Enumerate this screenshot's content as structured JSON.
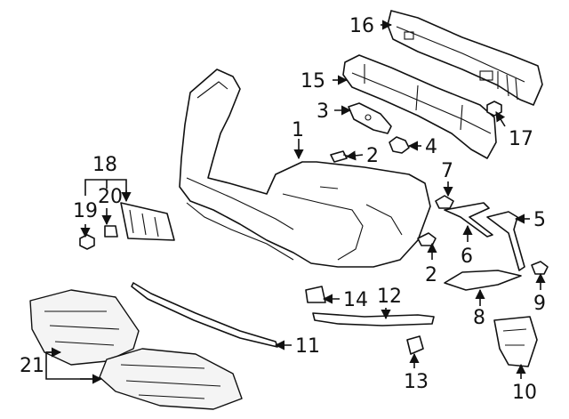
{
  "callouts": {
    "c1": "1",
    "c2a": "2",
    "c2b": "2",
    "c3": "3",
    "c4": "4",
    "c5": "5",
    "c6": "6",
    "c7": "7",
    "c8": "8",
    "c9": "9",
    "c10": "10",
    "c11": "11",
    "c12": "12",
    "c13": "13",
    "c14": "14",
    "c15": "15",
    "c16": "16",
    "c17": "17",
    "c18": "18",
    "c19": "19",
    "c20": "20",
    "c21": "21"
  }
}
